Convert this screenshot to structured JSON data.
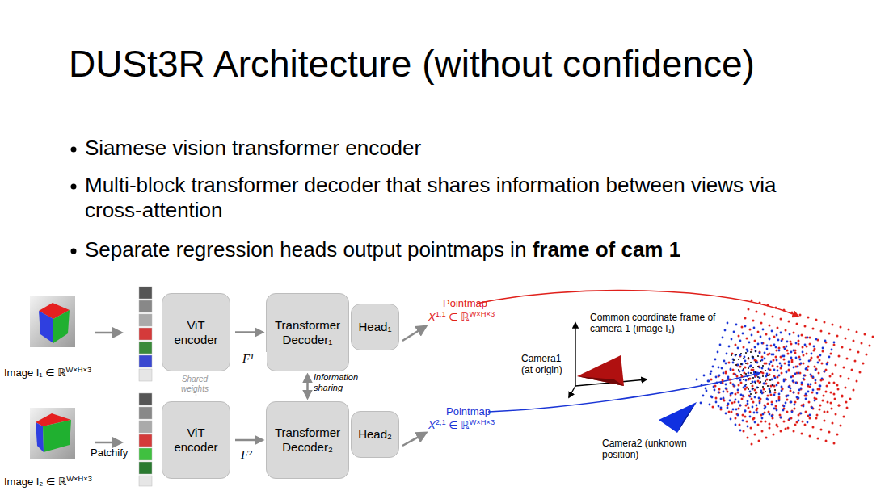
{
  "diagram": {
    "title": "DUSt3R Architecture (without confidence)",
    "nodes": [
      {
        "text": [
          "ViT encoder"
        ]
      },
      {
        "text": [
          "Transformer Decoder₁"
        ]
      },
      {
        "text": [
          "Head₁"
        ]
      },
      {
        "text": [
          "ViT encoder"
        ]
      },
      {
        "text": [
          "Transformer Decoder₂"
        ]
      },
      {
        "text": [
          "Head₂"
        ]
      }
    ],
    "edges": [
      {
        "from": 0,
        "to": 1,
        "arrow": "to",
        "label": "F¹"
      },
      {
        "from": 3,
        "to": 4,
        "arrow": "to",
        "label": "F²"
      },
      {
        "from": 1,
        "to": 4,
        "arrow": "both",
        "label": "Information sharing"
      },
      {
        "from": 0,
        "to": 3,
        "arrow": "none",
        "label": "Shared weights"
      }
    ],
    "labels": [
      "Siamese vision transformer encoder",
      "Multi-block transformer decoder that shares information between views via cross-attention",
      "Separate regression heads output pointmaps in",
      "frame of cam 1",
      "Image I₁ ∈ ℝ",
      "W×H×3",
      "Pointmap",
      "X",
      "1,1",
      " ∈ ℝ",
      "W×H×3",
      "Patchify",
      "Image I₂ ∈ ℝ",
      "W×H×3",
      "Pointmap",
      "X",
      "2,1",
      " ∈ ℝ",
      "W×H×3",
      "Common coordinate frame of camera 1 (image I₁)",
      "Camera1 (at origin)",
      "Camera2 (unknown position)"
    ]
  }
}
